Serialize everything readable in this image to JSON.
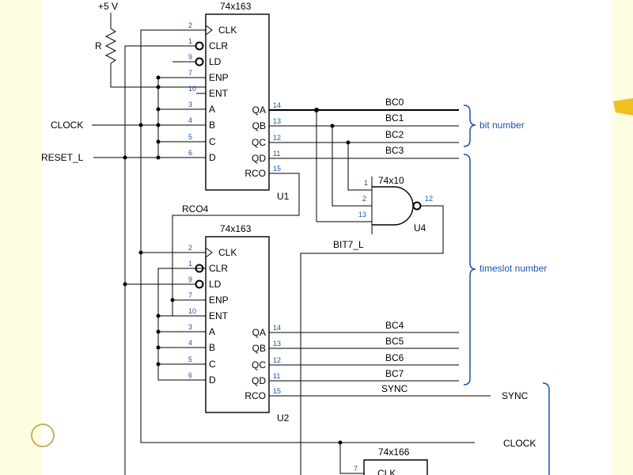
{
  "supply": "+5 V",
  "resistor": "R",
  "counter1": {
    "part": "74x163",
    "ref": "U1",
    "inputs": [
      {
        "pin": "2",
        "name": "CLK"
      },
      {
        "pin": "1",
        "name": "CLR"
      },
      {
        "pin": "9",
        "name": "LD"
      },
      {
        "pin": "7",
        "name": "ENP"
      },
      {
        "pin": "10",
        "name": "ENT"
      },
      {
        "pin": "3",
        "name": "A"
      },
      {
        "pin": "4",
        "name": "B"
      },
      {
        "pin": "5",
        "name": "C"
      },
      {
        "pin": "6",
        "name": "D"
      }
    ],
    "outputs": [
      {
        "pin": "14",
        "name": "QA"
      },
      {
        "pin": "13",
        "name": "QB"
      },
      {
        "pin": "12",
        "name": "QC"
      },
      {
        "pin": "11",
        "name": "QD"
      },
      {
        "pin": "15",
        "name": "RCO"
      }
    ]
  },
  "counter2": {
    "part": "74x163",
    "ref": "U2",
    "inputs": [
      {
        "pin": "2",
        "name": "CLK"
      },
      {
        "pin": "1",
        "name": "CLR"
      },
      {
        "pin": "9",
        "name": "LD"
      },
      {
        "pin": "7",
        "name": "ENP"
      },
      {
        "pin": "10",
        "name": "ENT"
      },
      {
        "pin": "3",
        "name": "A"
      },
      {
        "pin": "4",
        "name": "B"
      },
      {
        "pin": "5",
        "name": "C"
      },
      {
        "pin": "6",
        "name": "D"
      }
    ],
    "outputs": [
      {
        "pin": "14",
        "name": "QA"
      },
      {
        "pin": "13",
        "name": "QB"
      },
      {
        "pin": "12",
        "name": "QC"
      },
      {
        "pin": "11",
        "name": "QD"
      },
      {
        "pin": "15",
        "name": "RCO"
      }
    ]
  },
  "gate": {
    "part": "74x10",
    "ref": "U4",
    "in1": "1",
    "in2": "2",
    "in3": "13",
    "out": "12"
  },
  "shift": {
    "part": "74x166",
    "pin": "7",
    "label": "CLK"
  },
  "signals": {
    "clock": "CLOCK",
    "reset": "RESET_L",
    "rco4": "RCO4",
    "bit7": "BIT7_L",
    "bc": [
      "BC0",
      "BC1",
      "BC2",
      "BC3"
    ],
    "bc_hi": [
      "BC4",
      "BC5",
      "BC6",
      "BC7"
    ],
    "sync": "SYNC",
    "sync_out": "SYNC",
    "clock_out": "CLOCK"
  },
  "annotations": {
    "bit_number": "bit number",
    "timeslot_number": "timeslot number"
  }
}
